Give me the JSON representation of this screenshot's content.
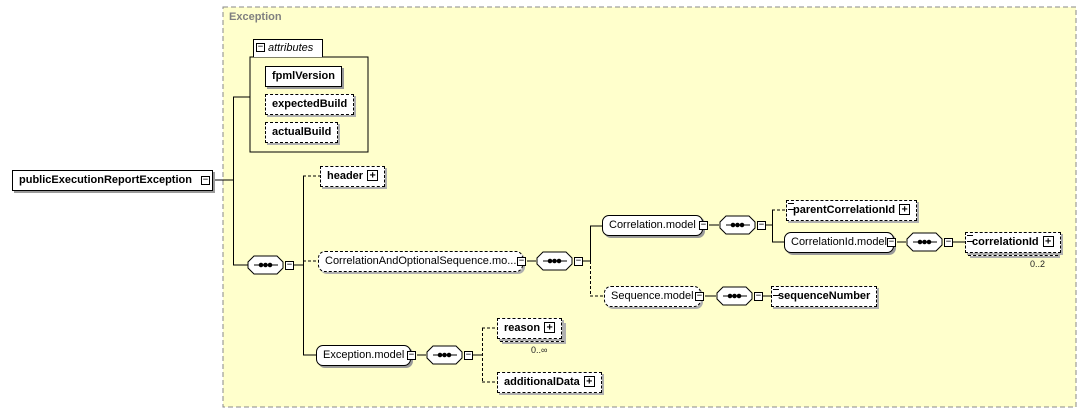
{
  "group": {
    "title": "Exception"
  },
  "attributes": {
    "title": "attributes",
    "items": [
      "fpmlVersion",
      "expectedBuild",
      "actualBuild"
    ]
  },
  "root": {
    "label": "publicExecutionReportException"
  },
  "elements": {
    "header": "header",
    "correlation_seq": "CorrelationAndOptionalSequence.mo...",
    "correlation_model": "Correlation.model",
    "parent_correlation_id": "parentCorrelationId",
    "correlation_id_model": "CorrelationId.model",
    "correlation_id": "correlationId",
    "correlation_id_card": "0..2",
    "sequence_model": "Sequence.model",
    "sequence_number": "sequenceNumber",
    "exception_model": "Exception.model",
    "reason": "reason",
    "reason_card": "0..∞",
    "additional_data": "additionalData"
  },
  "symbols": {
    "expand": "+",
    "collapse": "−",
    "icon_names": [
      "collapse-icon",
      "expand-icon",
      "sequence-icon",
      "annotation-icon"
    ]
  },
  "colors": {
    "group_fill": "#ffffcc",
    "group_border": "#888888",
    "title_text": "#808080",
    "box_border": "#000000"
  }
}
